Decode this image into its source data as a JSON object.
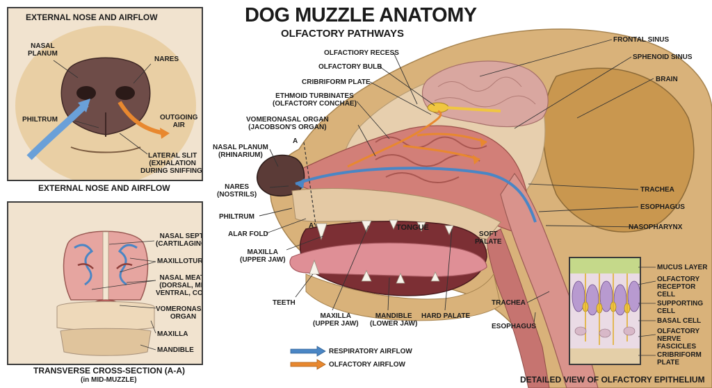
{
  "title": "DOG MUZZLE ANATOMY",
  "subtitle": "OLFACTORY PATHWAYS",
  "colors": {
    "respiratory": "#4a86c5",
    "olfactory": "#e8882f",
    "fur": "#d9b27a",
    "tissue": "#c96a6a",
    "brain": "#d9a7a0"
  },
  "panel_nose": {
    "title": "EXTERNAL NOSE AND AIRFLOW",
    "caption": "EXTERNAL NOSE AND AIRFLOW",
    "labels": {
      "nasal_planum": "NASAL\nPLANUM",
      "nares": "NARES",
      "philtrum": "PHILTRUM",
      "outgoing_air": "OUTGOING\nAIR",
      "lateral_slit": "LATERAL SLIT\n(EXHALATION\nDURING SNIFFING)"
    }
  },
  "panel_cross": {
    "caption": "TRANSVERSE CROSS-SECTION (A-A)",
    "caption_sub": "(in MID-MUZZLE)",
    "labels": {
      "nasal_septum": "NASAL SEPTUM\n(CARTILAGINOUS)",
      "maxilloturbinates": "MAXILLOTURBINATES",
      "nasal_meatuses": "NASAL MEATUSES\n(DORSAL, MIDDLE,\nVENTRAL, COMMON)",
      "vomeronasal": "VOMERONASAL\nORGAN",
      "maxilla": "MAXILLA",
      "mandible": "MANDIBLE"
    }
  },
  "main_labels": {
    "olfactory_recess": "OLFACTIORY RECESS",
    "olfactory_bulb": "OLFACTORY BULB",
    "cribriform_plate": "CRIBRIFORM PLATE",
    "ethmoid": "ETHMOID TURBINATES\n(OLFACTORY CONCHAE)",
    "vomeronasal": "VOMERONASAL ORGAN\n(JACOBSON'S ORGAN)",
    "nasal_planum": "NASAL PLANUM\n(RHINARIUM)",
    "nares": "NARES\n(NOSTRILS)",
    "philtrum": "PHILTRUM",
    "alar_fold": "ALAR FOLD",
    "maxilla_upper": "MAXILLA\n(UPPER JAW)",
    "teeth": "TEETH",
    "maxilla_upper_2": "MAXILLA\n(UPPER JAW)",
    "mandible": "MANDIBLE\n(LOWER JAW)",
    "hard_palate": "HARD PALATE",
    "tongue": "TONGUE",
    "soft_palate": "SOFT\nPALATE",
    "trachea_low": "TRACHEA",
    "esophagus_low": "ESOPHAGUS",
    "frontal_sinus": "FRONTAL SINUS",
    "sphenoid_sinus": "SPHENOID SINUS",
    "brain": "BRAIN",
    "trachea": "TRACHEA",
    "esophagus": "ESOPHAGUS",
    "nasopharynx": "NASOPHARYNX",
    "section_a_top": "A",
    "section_a_bottom": "A'"
  },
  "legend": {
    "respiratory": "RESPIRATORY AIRFLOW",
    "olfactory": "OLFACTORY AIRFLOW"
  },
  "panel_epithelium": {
    "caption": "DETAILED VIEW OF OLFACTORY EPITHELIUM",
    "labels": {
      "mucus": "MUCUS LAYER",
      "receptor": "OLFACTORY\nRECEPTOR\nCELL",
      "supporting": "SUPPORTING\nCELL",
      "basal": "BASAL CELL",
      "nerve": "OLFACTORY\nNERVE\nFASCICLES",
      "cribriform": "CRIBRIFORM\nPLATE"
    }
  }
}
